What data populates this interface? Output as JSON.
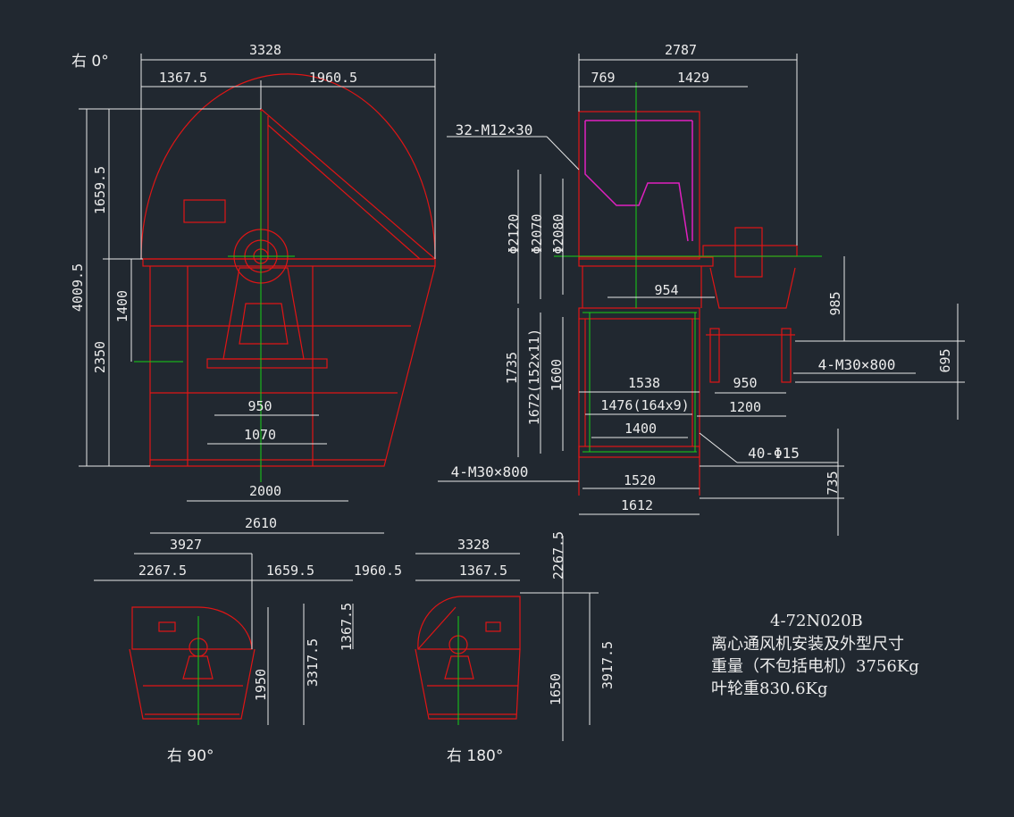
{
  "views": {
    "main": "右 0°",
    "right90": "右 90°",
    "right180": "右 180°"
  },
  "main_dims": {
    "total_width": "3328",
    "left_width": "1367.5",
    "right_width": "1960.5",
    "total_height": "4009.5",
    "upper_height": "1659.5",
    "lower_height": "2350",
    "axis_height": "1400",
    "inner_950": "950",
    "inner_1070": "1070",
    "base_2000": "2000",
    "base_2610": "2610"
  },
  "side_dims": {
    "total_width": "2787",
    "w769": "769",
    "w1429": "1429",
    "bolts": "32-M12×30",
    "d2120": "Φ2120",
    "d2070": "Φ2070",
    "d2080": "Φ2080",
    "w954": "954",
    "h985": "985",
    "h1735": "1735",
    "h1672": "1672(152x11)",
    "h1600": "1600",
    "w1538": "1538",
    "w1476": "1476(164x9)",
    "w1400": "1400",
    "anchor_right": "4-M30×800",
    "h695": "695",
    "w950": "950",
    "w1200": "1200",
    "holes": "40-Φ15",
    "anchor_left": "4-M30×800",
    "w1520": "1520",
    "h735": "735",
    "w1612": "1612"
  },
  "bottom_dims": {
    "w3927": "3927",
    "w2267": "2267.5",
    "w1659": "1659.5",
    "w1960": "1960.5",
    "w3328": "3328",
    "w1367b": "1367.5",
    "v2267": "2267.5",
    "v1367": "1367.5",
    "v1950": "1950",
    "v3317": "3317.5",
    "v1650": "1650",
    "v3917": "3917.5"
  },
  "title_block": {
    "model": "4-72N020B",
    "line1": "离心通风机安装及外型尺寸",
    "line2": "重量（不包括电机）3756Kg",
    "line3": "叶轮重830.6Kg"
  },
  "colors": {
    "background": "#212830",
    "outline": "#e01515",
    "center": "#16d016",
    "dimension": "#e8e8e8"
  }
}
